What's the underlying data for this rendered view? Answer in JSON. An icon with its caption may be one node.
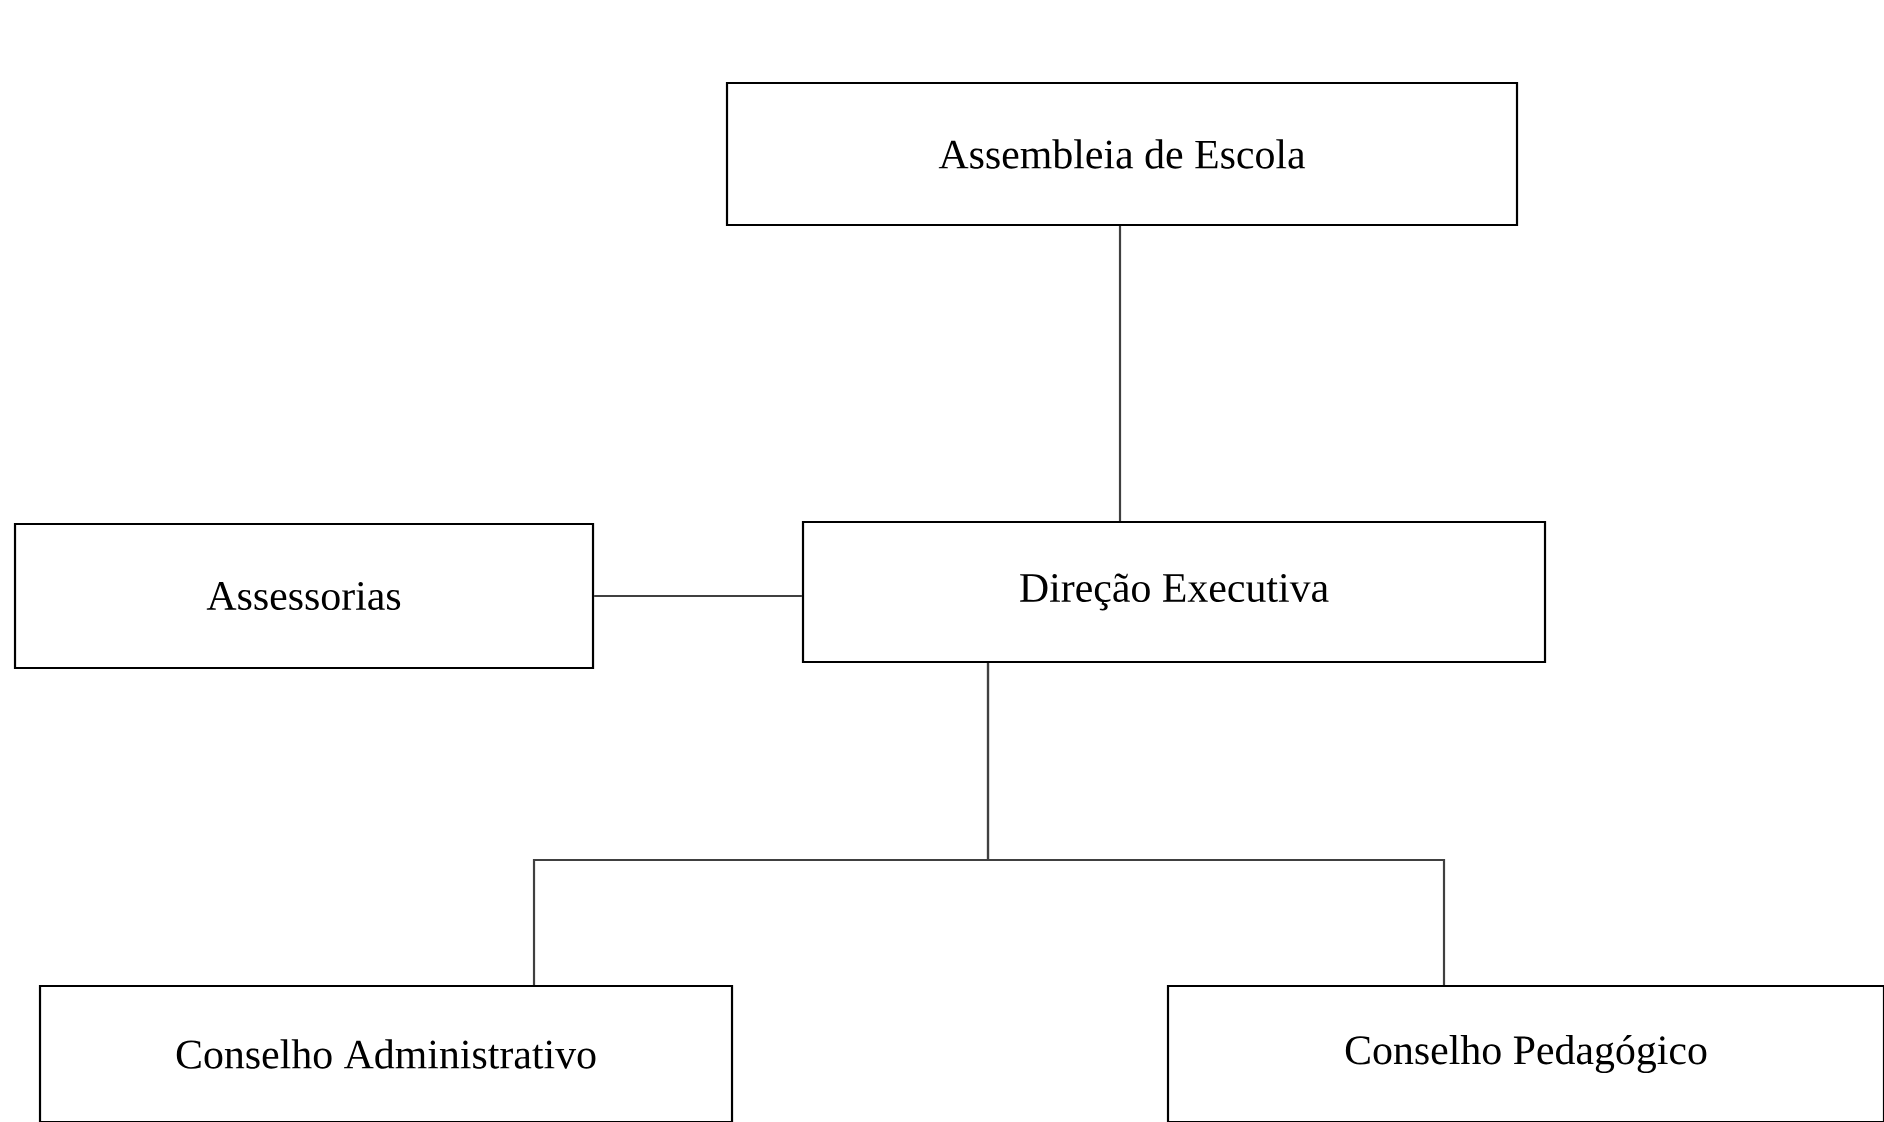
{
  "diagram": {
    "nodes": [
      {
        "text": [
          "Assembleia de Escola"
        ]
      },
      {
        "text": [
          "Assessorias"
        ]
      },
      {
        "text": [
          "Direção Executiva"
        ]
      },
      {
        "text": [
          "Conselho Administrativo"
        ]
      },
      {
        "text": [
          "Conselho Pedagógico"
        ]
      }
    ],
    "edges": [
      {
        "from": 0,
        "to": 2,
        "arrow": "none"
      },
      {
        "from": 1,
        "to": 2,
        "arrow": "none"
      },
      {
        "from": 2,
        "to": 3,
        "arrow": "none"
      },
      {
        "from": 2,
        "to": 4,
        "arrow": "none"
      }
    ]
  }
}
